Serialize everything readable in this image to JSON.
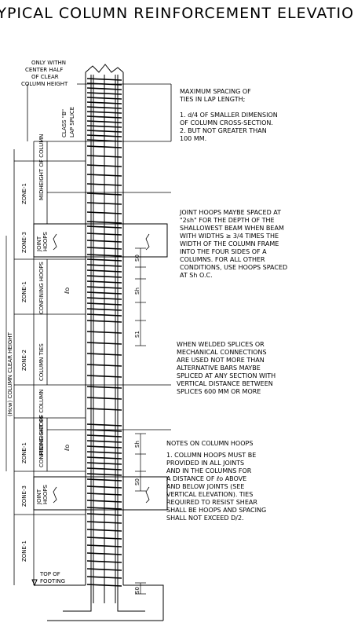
{
  "title": "TYPICAL COLUMN REINFORCEMENT ELEVATION",
  "top_left_note": [
    "ONLY WITHN",
    "CENTER HALF",
    "OF CLEAR",
    "COLUMN HEIGHT"
  ],
  "lap_splice_label": [
    "CLASS \"B\"",
    "LAP SPLICE"
  ],
  "midheight_label": "MIDHEIGHT OF COLUMN",
  "zones": {
    "zone1": "ZONE-1",
    "zone2": "ZONE-2",
    "zone3": "ZONE-3"
  },
  "joint_hoops_label": [
    "JOINT",
    "HOOPS"
  ],
  "confining_hoops_label": "CONFINING HOOPS",
  "column_ties_label": "COLUMN TIES",
  "lo_symbol": "ℓo",
  "clear_height_label": "(Hcw) COLUMN CLEAR HEIGHT",
  "spacing_labels": {
    "s0": "S0",
    "sh": "Sh",
    "s1": "S1"
  },
  "top_of_footing": [
    "TOP OF",
    "FOOTING"
  ],
  "note1": {
    "heading": [
      "MAXIMUM SPACING OF",
      "TIES IN LAP LENGTH;"
    ],
    "items": [
      "1. d/4 OF SMALLER DIMENSION",
      "    OF COLUMN CROSS-SECTION.",
      "2. BUT NOT GREATER THAN",
      "    100 MM."
    ]
  },
  "note2": [
    "JOINT HOOPS MAYBE SPACED AT",
    "\"2sh\" FOR THE DEPTH OF THE",
    "SHALLOWEST BEAM WHEN BEAM",
    "WITH WIDTHS ≥ 3/4 TIMES THE",
    "WIDTH OF THE COLUMN FRAME",
    "INTO THE FOUR SIDES OF A",
    "COLUMNS. FOR ALL OTHER",
    "CONDITIONS, USE HOOPS SPACED",
    "AT Sh O.C."
  ],
  "note3": [
    "WHEN WELDED SPLICES OR",
    "MECHANICAL CONNECTIONS",
    "ARE USED NOT MORE THAN",
    "ALTERNATIVE BARS MAYBE",
    "SPLICED AT ANY SECTION WITH",
    "VERTICAL DISTANCE BETWEEN",
    "SPLICES 600 MM OR MORE"
  ],
  "note4": {
    "heading": "NOTES ON COLUMN HOOPS",
    "lines": [
      "1. COLUMN HOOPS MUST BE",
      "    PROVIDED IN ALL JOINTS",
      "    AND IN THE COLUMNS FOR",
      "    A DISTANCE OF ℓo ABOVE",
      "    AND BELOW JOINTS (SEE",
      "    VERTICAL ELEVATION). TIES",
      "    REQUIRED TO RESIST SHEAR",
      "    SHALL BE HOOPS AND SPACING",
      "    SHALL NOT EXCEED D/2."
    ]
  }
}
